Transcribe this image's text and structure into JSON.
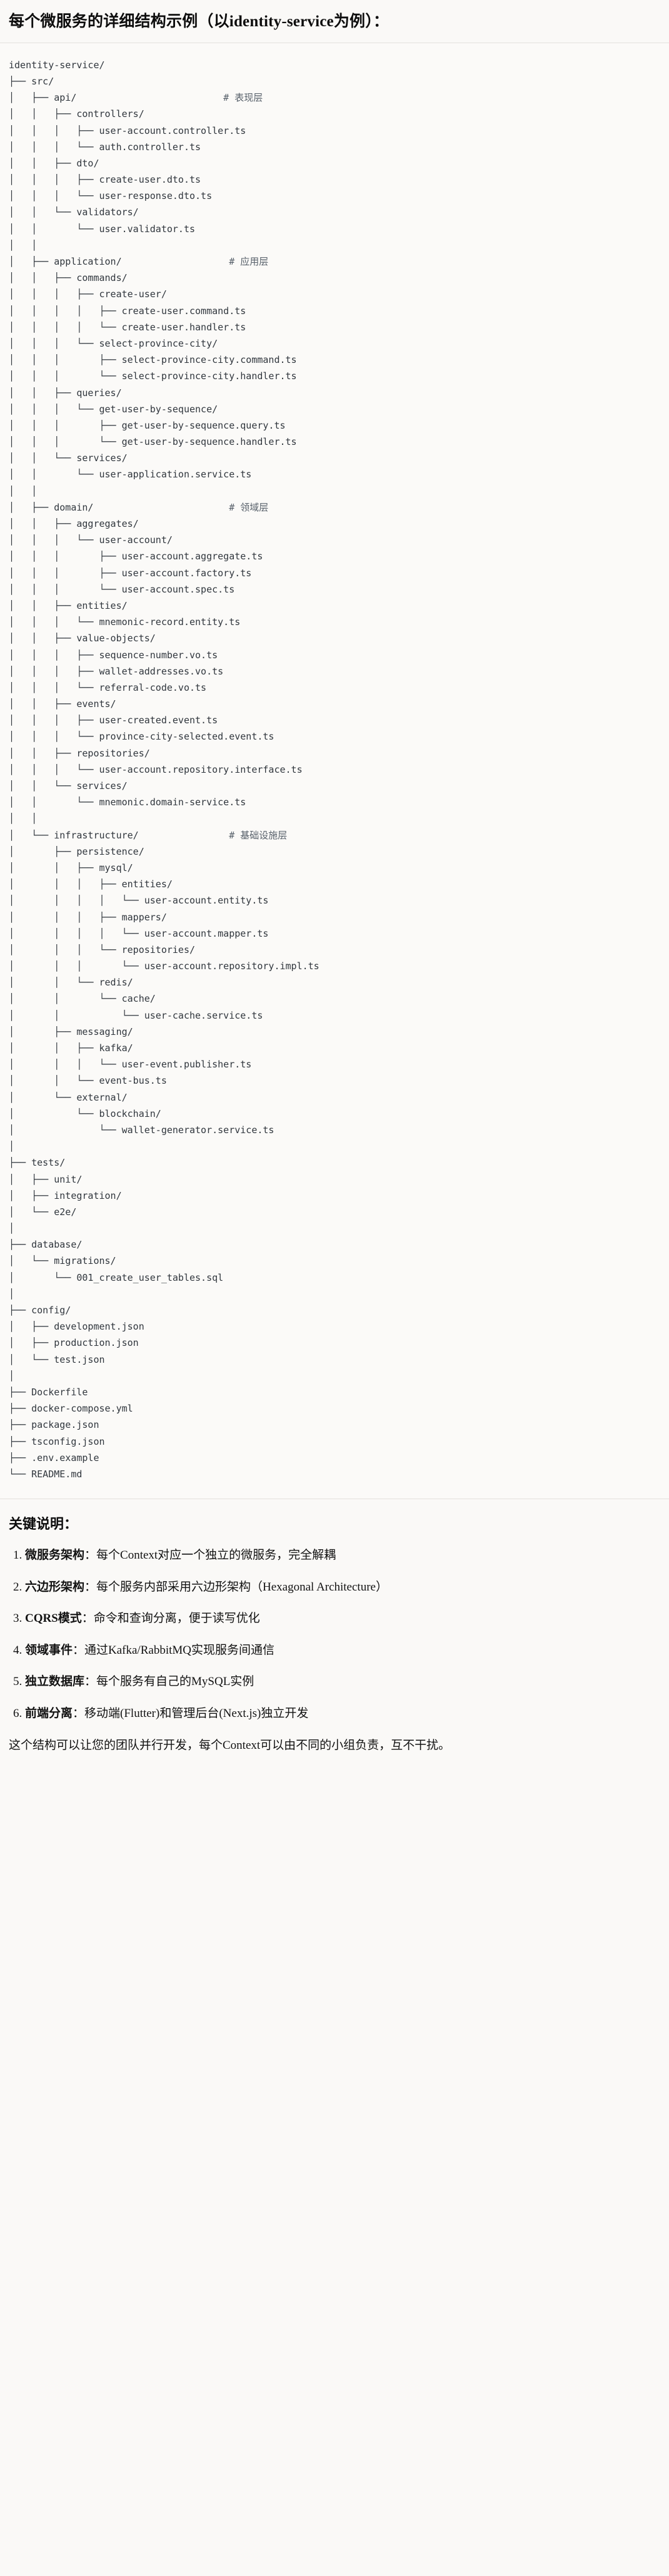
{
  "title": "每个微服务的详细结构示例（以identity-service为例）：",
  "tree": {
    "lines": [
      "identity-service/",
      "├── src/",
      "│   ├── api/                          # 表现层",
      "│   │   ├── controllers/",
      "│   │   │   ├── user-account.controller.ts",
      "│   │   │   └── auth.controller.ts",
      "│   │   ├── dto/",
      "│   │   │   ├── create-user.dto.ts",
      "│   │   │   └── user-response.dto.ts",
      "│   │   └── validators/",
      "│   │       └── user.validator.ts",
      "│   │",
      "│   ├── application/                   # 应用层",
      "│   │   ├── commands/",
      "│   │   │   ├── create-user/",
      "│   │   │   │   ├── create-user.command.ts",
      "│   │   │   │   └── create-user.handler.ts",
      "│   │   │   └── select-province-city/",
      "│   │   │       ├── select-province-city.command.ts",
      "│   │   │       └── select-province-city.handler.ts",
      "│   │   ├── queries/",
      "│   │   │   └── get-user-by-sequence/",
      "│   │   │       ├── get-user-by-sequence.query.ts",
      "│   │   │       └── get-user-by-sequence.handler.ts",
      "│   │   └── services/",
      "│   │       └── user-application.service.ts",
      "│   │",
      "│   ├── domain/                        # 领域层",
      "│   │   ├── aggregates/",
      "│   │   │   └── user-account/",
      "│   │   │       ├── user-account.aggregate.ts",
      "│   │   │       ├── user-account.factory.ts",
      "│   │   │       └── user-account.spec.ts",
      "│   │   ├── entities/",
      "│   │   │   └── mnemonic-record.entity.ts",
      "│   │   ├── value-objects/",
      "│   │   │   ├── sequence-number.vo.ts",
      "│   │   │   ├── wallet-addresses.vo.ts",
      "│   │   │   └── referral-code.vo.ts",
      "│   │   ├── events/",
      "│   │   │   ├── user-created.event.ts",
      "│   │   │   └── province-city-selected.event.ts",
      "│   │   ├── repositories/",
      "│   │   │   └── user-account.repository.interface.ts",
      "│   │   └── services/",
      "│   │       └── mnemonic.domain-service.ts",
      "│   │",
      "│   └── infrastructure/                # 基础设施层",
      "│       ├── persistence/",
      "│       │   ├── mysql/",
      "│       │   │   ├── entities/",
      "│       │   │   │   └── user-account.entity.ts",
      "│       │   │   ├── mappers/",
      "│       │   │   │   └── user-account.mapper.ts",
      "│       │   │   └── repositories/",
      "│       │   │       └── user-account.repository.impl.ts",
      "│       │   └── redis/",
      "│       │       └── cache/",
      "│       │           └── user-cache.service.ts",
      "│       ├── messaging/",
      "│       │   ├── kafka/",
      "│       │   │   └── user-event.publisher.ts",
      "│       │   └── event-bus.ts",
      "│       └── external/",
      "│           └── blockchain/",
      "│               └── wallet-generator.service.ts",
      "│",
      "├── tests/",
      "│   ├── unit/",
      "│   ├── integration/",
      "│   └── e2e/",
      "│",
      "├── database/",
      "│   └── migrations/",
      "│       └── 001_create_user_tables.sql",
      "│",
      "├── config/",
      "│   ├── development.json",
      "│   ├── production.json",
      "│   └── test.json",
      "│",
      "├── Dockerfile",
      "├── docker-compose.yml",
      "├── package.json",
      "├── tsconfig.json",
      "├── .env.example",
      "└── README.md"
    ]
  },
  "notes": {
    "heading": "关键说明：",
    "items": [
      {
        "term": "微服务架构",
        "sep": "：",
        "desc": "每个Context对应一个独立的微服务，完全解耦"
      },
      {
        "term": "六边形架构",
        "sep": "：",
        "desc": "每个服务内部采用六边形架构（Hexagonal Architecture）"
      },
      {
        "term": "CQRS模式",
        "sep": "：",
        "desc": "命令和查询分离，便于读写优化"
      },
      {
        "term": "领域事件",
        "sep": "：",
        "desc": "通过Kafka/RabbitMQ实现服务间通信"
      },
      {
        "term": "独立数据库",
        "sep": "：",
        "desc": "每个服务有自己的MySQL实例"
      },
      {
        "term": "前端分离",
        "sep": "：",
        "desc": "移动端(Flutter)和管理后台(Next.js)独立开发"
      }
    ],
    "closing": "这个结构可以让您的团队并行开发，每个Context可以由不同的小组负责，互不干扰。"
  },
  "colors": {
    "page_bg": "#faf9f7",
    "code_bg": "#fbfaf8",
    "text": "#1a1a1a",
    "code_text": "#30363d",
    "comment": "#57606a",
    "rule": "#e3e1dd"
  }
}
